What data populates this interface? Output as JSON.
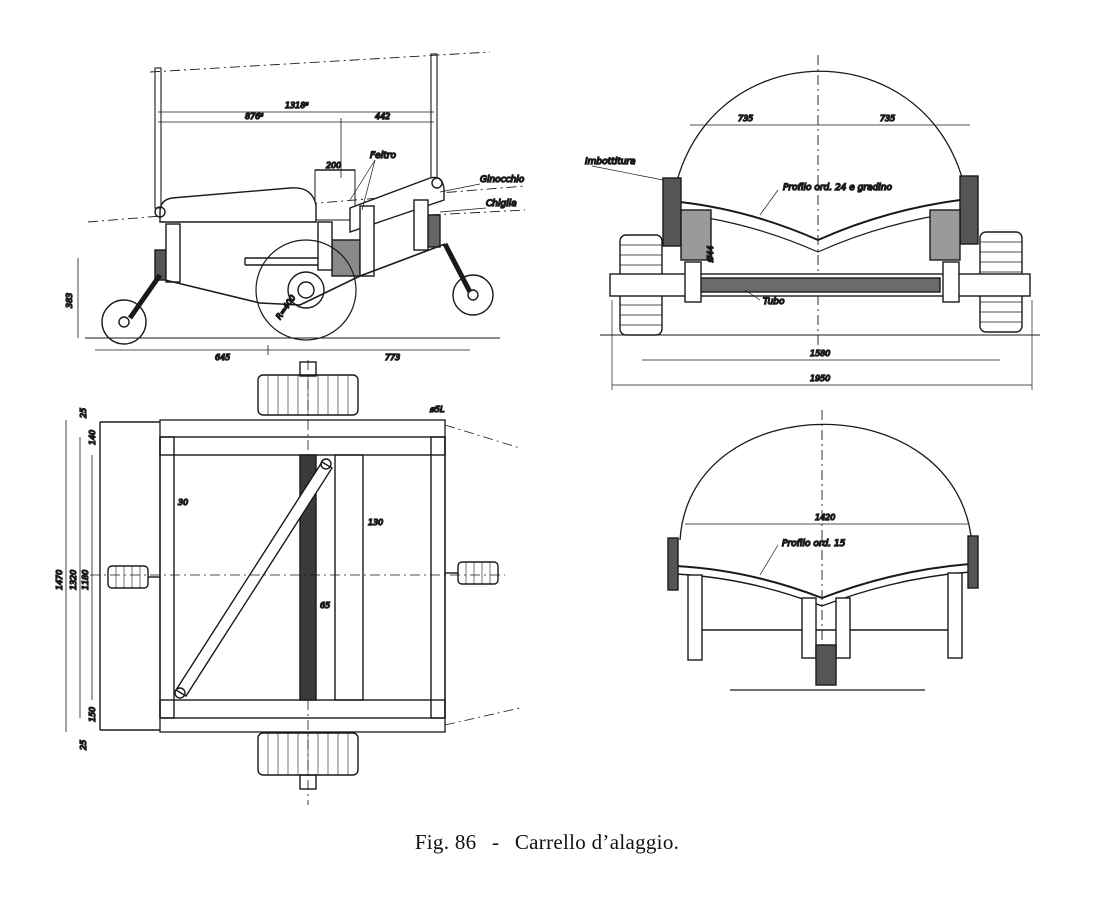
{
  "caption": {
    "fig": "Fig. 86",
    "separator": "-",
    "title": "Carrello d’alaggio."
  },
  "side_view": {
    "labels": {
      "feltro": "Feltro",
      "ginocchio": "Ginocchio",
      "chiglia": "Chiglia"
    },
    "dims": {
      "overall_top": "1318⁵",
      "left_top": "876⁵",
      "right_top": "442",
      "post_width": "200",
      "height": "383",
      "wheel_radius": "R=400",
      "bottom_left": "645",
      "bottom_right": "773"
    }
  },
  "front_view": {
    "labels": {
      "imbottitura": "Imbottitura",
      "profilo": "Profilo ord. 24 e gradino",
      "tubo": "Tubo"
    },
    "dims": {
      "half_left": "735",
      "half_right": "735",
      "track": "1580",
      "overall": "1950",
      "hub": "Ø44"
    }
  },
  "plan_view": {
    "dims": {
      "top_small": "25",
      "top_member": "140",
      "overall": "1470",
      "inner_a": "1320",
      "inner_b": "1180",
      "bottom_member": "150",
      "bottom_small": "25",
      "rail": "30",
      "tube": "130",
      "tube_dia": "65",
      "corner": "ø5L"
    }
  },
  "rear_view": {
    "labels": {
      "profilo": "Profilo ord. 15"
    },
    "dims": {
      "width": "1420"
    }
  }
}
